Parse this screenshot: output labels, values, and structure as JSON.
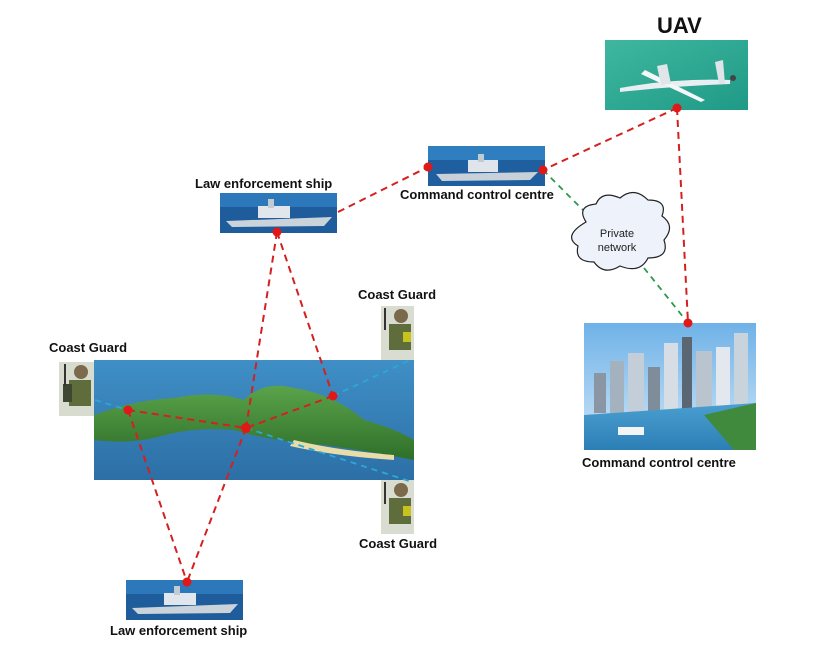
{
  "title": "UAV",
  "labels": {
    "uav": "UAV",
    "ship_top_center": "Command control centre",
    "ship_left_top": "Law enforcement ship",
    "ship_bottom": "Law enforcement ship",
    "city": "Command control centre",
    "guard_left": "Coast Guard",
    "guard_top_right": "Coast Guard",
    "guard_bottom_right": "Coast Guard"
  },
  "cloud": {
    "line1": "Private",
    "line2": "network"
  },
  "colors": {
    "link_red": "#d42020",
    "link_green": "#2a9a4a",
    "link_blue": "#2aa8d8",
    "node": "#e01818"
  },
  "icons": {
    "uav": "uav-drone-image",
    "ship": "ship-image",
    "island": "island-image",
    "city": "city-image",
    "guard": "soldier-image",
    "cloud": "cloud-icon"
  }
}
